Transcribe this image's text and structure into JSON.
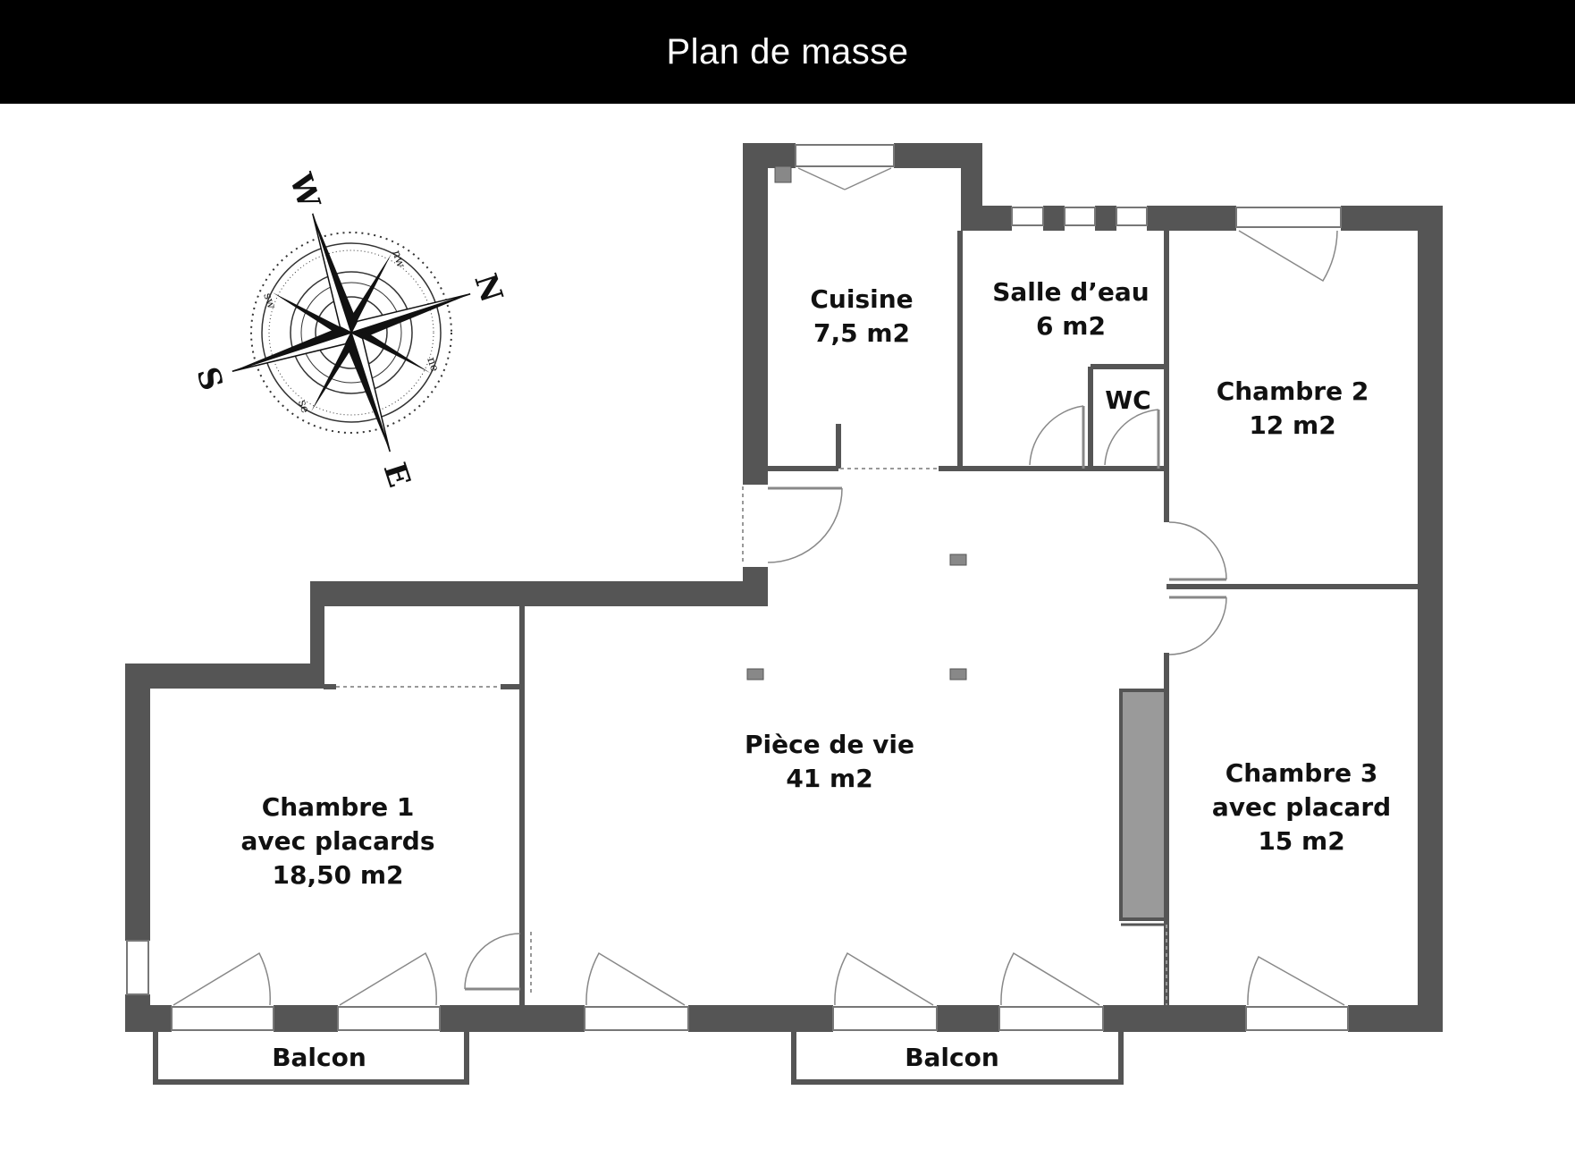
{
  "title": "Plan de masse",
  "colors": {
    "wall": "#555555",
    "closet": "#9a9a9a",
    "title_bg": "#000000",
    "title_fg": "#ffffff"
  },
  "compass": {
    "north": "N",
    "south": "S",
    "east": "E",
    "west": "W",
    "ne": "ne",
    "nw": "nw",
    "se": "se",
    "sw": "sw"
  },
  "rooms": {
    "cuisine": {
      "name": "Cuisine",
      "area": "7,5 m2"
    },
    "salle_deau": {
      "name": "Salle d’eau",
      "area": "6 m2"
    },
    "wc": {
      "name": "WC"
    },
    "chambre2": {
      "name": "Chambre 2",
      "area": "12 m2"
    },
    "piece_de_vie": {
      "name": "Pièce de vie",
      "area": "41 m2"
    },
    "chambre1": {
      "line1": "Chambre 1",
      "line2": "avec placards",
      "area": "18,50 m2"
    },
    "chambre3": {
      "line1": "Chambre 3",
      "line2": "avec placard",
      "area": "15 m2"
    }
  },
  "balcons": {
    "left": "Balcon",
    "center": "Balcon"
  }
}
